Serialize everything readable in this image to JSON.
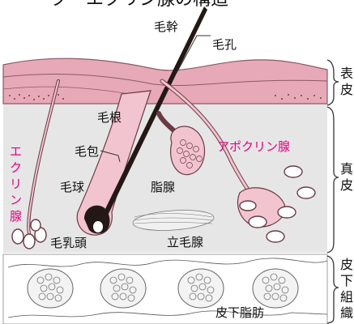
{
  "title_fragment": "ク　エクリン腺の構造",
  "labels": {
    "mokan": "毛幹",
    "moko": "毛孔",
    "mokon": "毛根",
    "mohou": "毛包",
    "mokyu": "毛球",
    "shisen": "脂腺",
    "nyuto": "毛乳頭",
    "rimosen": "立毛腺",
    "apocrine": "アポクリン腺",
    "eccrine": "エクリン腺",
    "hikashibo": "皮下脂肪"
  },
  "layers": {
    "epidermis": "表皮",
    "dermis": "真皮",
    "subcutis": "皮下組織"
  },
  "colors": {
    "accent_pink": "#e4007f",
    "skin_pink": "#f2c4cf",
    "epidermis_pink": "#e7a9b8",
    "dermis_gray": "#e6e6e6",
    "hair_dark": "#231815"
  }
}
